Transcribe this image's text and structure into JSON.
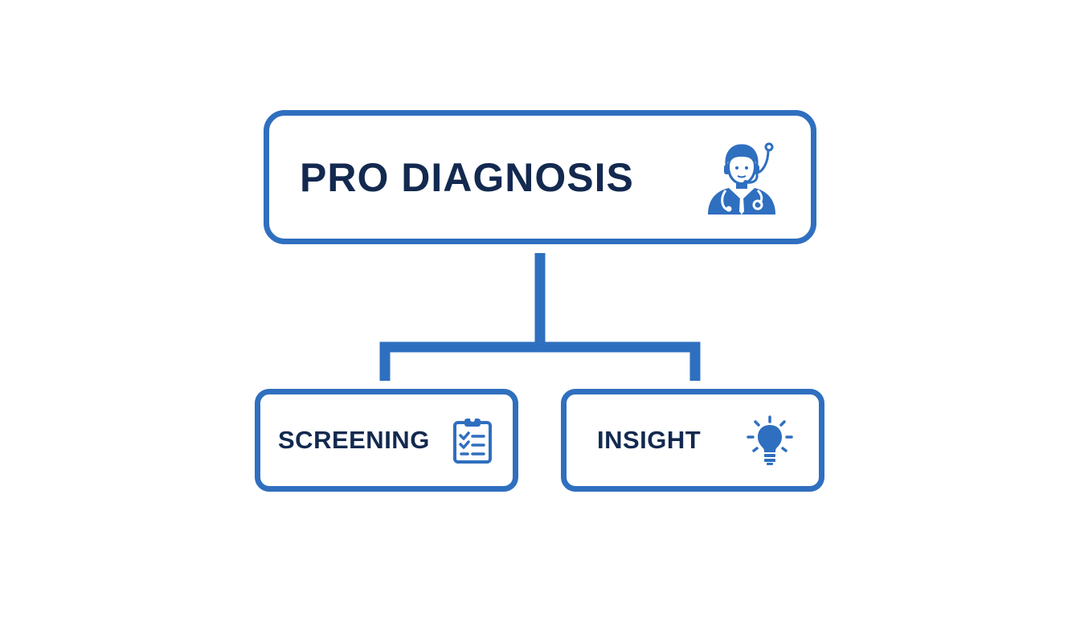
{
  "diagram": {
    "root": {
      "label": "PRO DIAGNOSIS",
      "icon": "doctor-headset-icon"
    },
    "children": [
      {
        "label": "SCREENING",
        "icon": "clipboard-checklist-icon"
      },
      {
        "label": "INSIGHT",
        "icon": "lightbulb-icon"
      }
    ]
  },
  "colors": {
    "accent": "#2f6fbf",
    "text": "#13294f",
    "background": "#ffffff"
  }
}
